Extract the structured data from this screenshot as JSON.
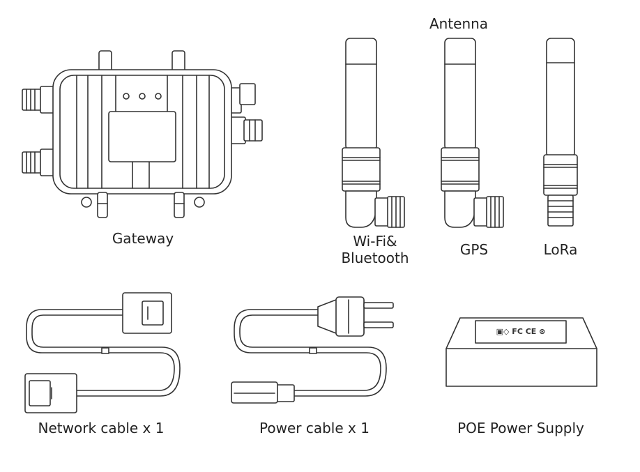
{
  "labels": {
    "antenna_group": "Antenna",
    "gateway": "Gateway",
    "wifi_line1": "Wi-Fi&",
    "wifi_line2": "Bluetooth",
    "gps": "GPS",
    "lora": "LoRa",
    "network_cable": "Network cable x 1",
    "power_cable": "Power cable x 1",
    "poe_supply": "POE Power Supply"
  },
  "poe_marks": "▣◇ FC CE ⊛",
  "colors": {
    "line": "#333333",
    "background": "#ffffff"
  }
}
